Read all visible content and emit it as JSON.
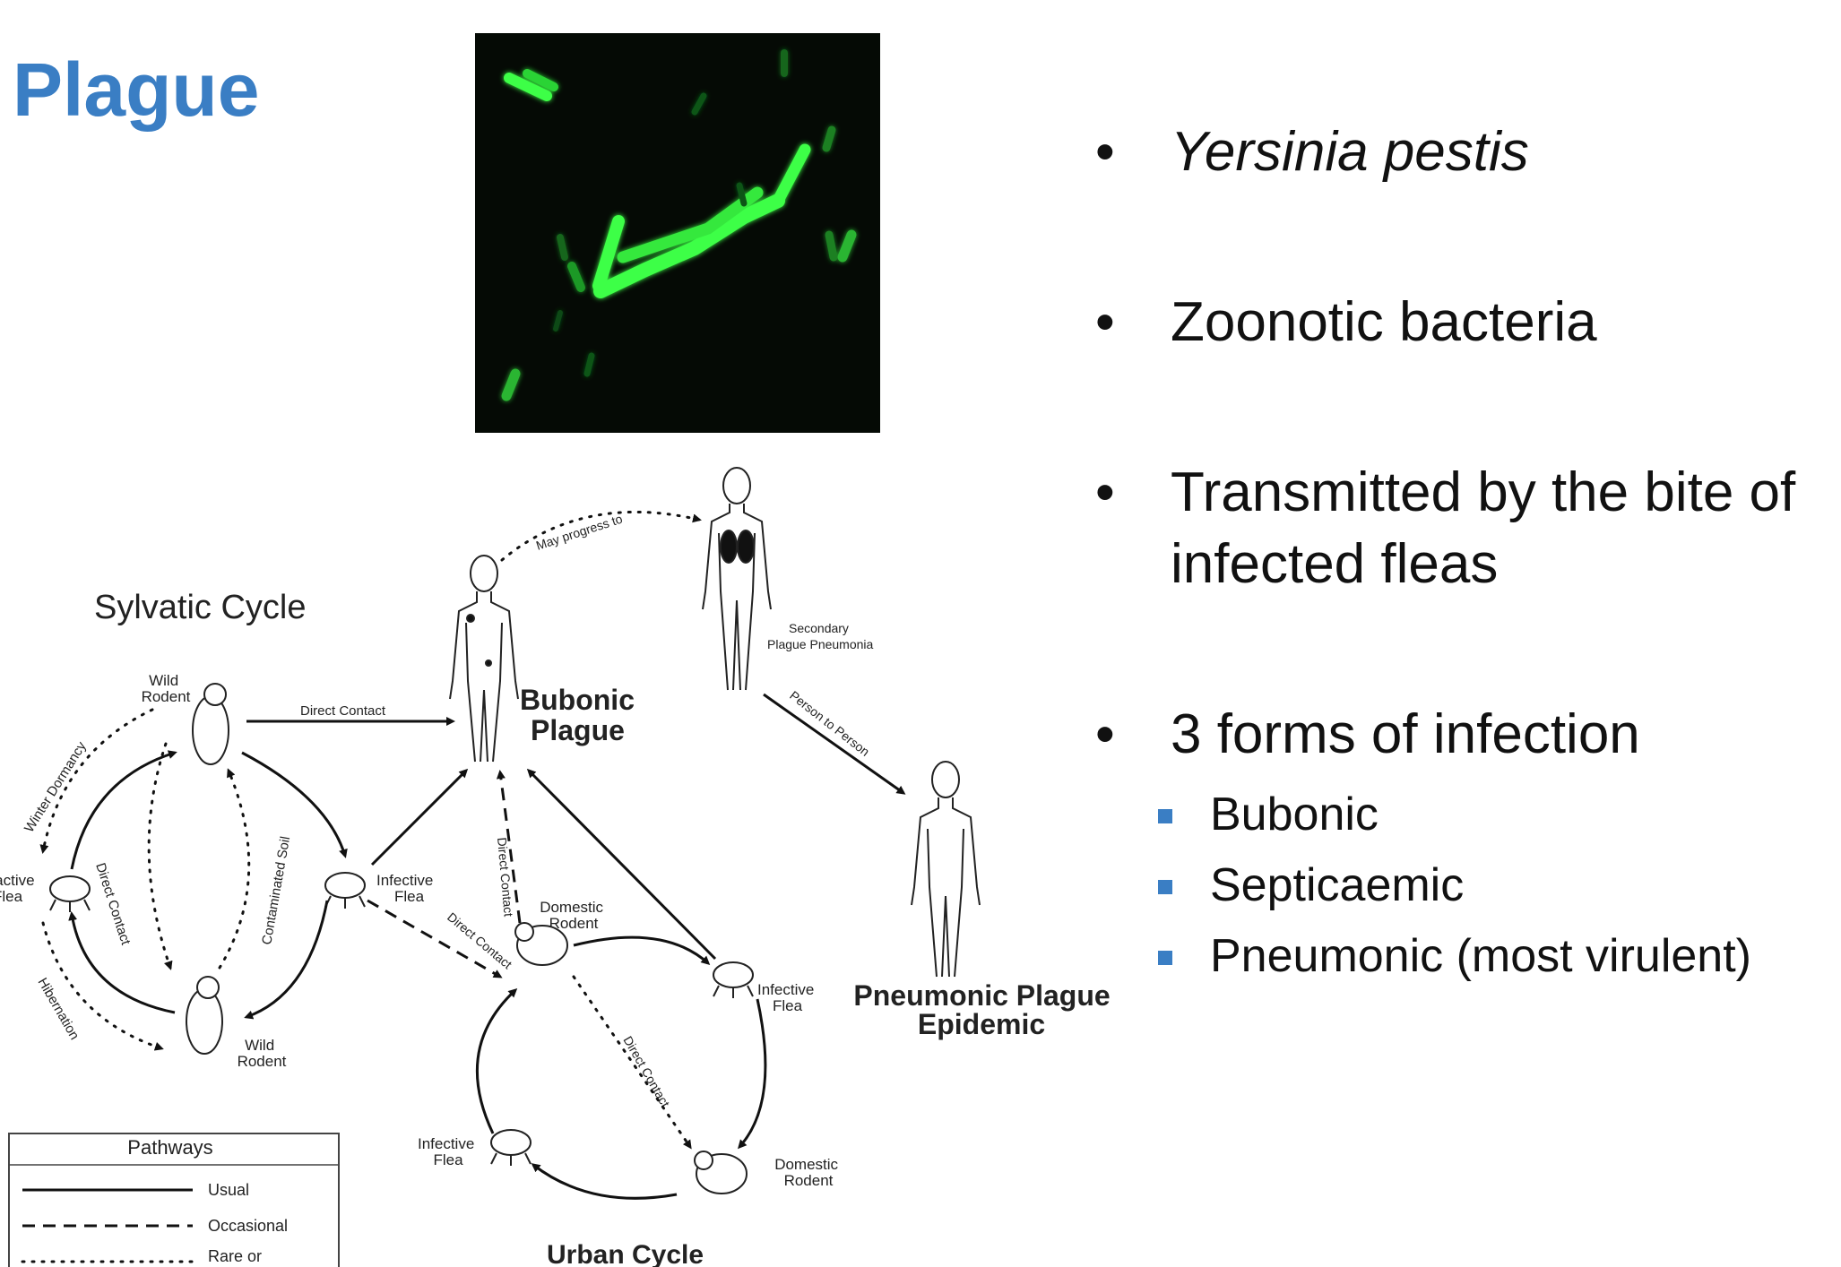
{
  "title": "Plague",
  "bullets": [
    {
      "text": "Yersinia pestis",
      "italic": true
    },
    {
      "text": "Zoonotic bacteria",
      "italic": false
    },
    {
      "text": "Transmitted by the bite of infected fleas",
      "italic": false
    },
    {
      "text": "3 forms of infection",
      "italic": false
    }
  ],
  "forms": [
    "Bubonic",
    "Septicaemic",
    "Pneumonic (most virulent)"
  ],
  "bullet_glyph": "•",
  "colors": {
    "title": "#3a7ec4",
    "sub_bullet": "#3a7ec4",
    "micrograph_bg": "#050a05",
    "bacteria": "#3dff46"
  },
  "diagram": {
    "sylvatic_cycle": "Sylvatic Cycle",
    "urban_cycle": "Urban Cycle",
    "wild_rodent_top_1": "Wild",
    "wild_rodent_top_2": "Rodent",
    "wild_rodent_bottom_1": "Wild",
    "wild_rodent_bottom_2": "Rodent",
    "direct_contact_top": "Direct Contact",
    "bubonic_plague_1": "Bubonic",
    "bubonic_plague_2": "Plague",
    "may_progress_to": "May progress to",
    "secondary_1": "Secondary",
    "secondary_2": "Plague Pneumonia",
    "person_to_person": "Person to Person",
    "pneumonic_epidemic_1": "Pneumonic Plague",
    "pneumonic_epidemic_2": "Epidemic",
    "winter_dormancy": "Winter Dormancy",
    "hibernation": "Hibernation",
    "inactive_flea_1": "Inactive",
    "inactive_flea_2": "Flea",
    "direct_contact_left": "Direct Contact",
    "contaminated_soil": "Contaminated Soil",
    "infective_flea_1": "Infective",
    "infective_flea_2": "Flea",
    "direct_contact_vertical": "Direct Contact",
    "direct_contact_diag": "Direct Contact",
    "domestic_rodent_1": "Domestic",
    "domestic_rodent_2": "Rodent",
    "infective_flea_right_1": "Infective",
    "infective_flea_right_2": "Flea",
    "direct_contact_urban": "Direct Contact",
    "infective_flea_left_1": "Infective",
    "infective_flea_left_2": "Flea",
    "domestic_rodent_bottom_1": "Domestic",
    "domestic_rodent_bottom_2": "Rodent",
    "pathways": "Pathways",
    "usual": "Usual",
    "occasional": "Occasional",
    "rare_or": "Rare or"
  }
}
